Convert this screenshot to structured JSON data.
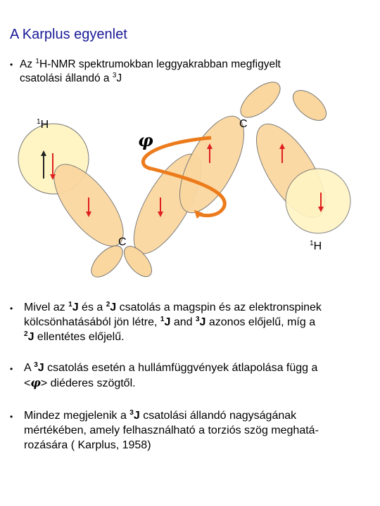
{
  "title": "A Karplus egyenlet",
  "bullet_glyph": "•",
  "bullet1": {
    "text_a": "Az ",
    "sup_a": "1",
    "text_b": "H-NMR spektrumokban leggyakrabban megfigyelt",
    "text_c": "csatolási állandó a  ",
    "sup_b": "3",
    "text_d": "J"
  },
  "diagram": {
    "h_left_sup": "1",
    "h_left": "H",
    "h_right_sup": "1",
    "h_right": "H",
    "c_top": "C",
    "c_bottom": "C",
    "phi": "φ"
  },
  "bullet2": {
    "t1": "Mivel az ",
    "s1": "1",
    "t2": "J",
    "t3": " és a ",
    "s2": "2",
    "t4": "J",
    "t5": " csatolás a magspin és az elektronspinek",
    "t6": "kölcsönhatásából jön létre, ",
    "s3": "1",
    "t7": "J",
    "t8": " and ",
    "s4": "3",
    "t9": "J",
    "t10": " azonos előjelű, míg a",
    "s5": "2",
    "t11": "J",
    "t12": " ellentétes előjelű."
  },
  "bullet3": {
    "t1": "A  ",
    "s1": "3",
    "t2": "J",
    "t3": " csatolás esetén a hullámfüggvények átlapolása függ a",
    "t4": "<",
    "phi": "φ",
    "t5": "> diéderes szögtől."
  },
  "bullet4": {
    "t1": "Mindez megjelenik a  ",
    "s1": "3",
    "t2": "J",
    "t3": " csatolási állandó nagyságának",
    "t4": "mértékében, amely felhasználható a torziós szög meghatá-",
    "t5": "rozására ( Karplus, 1958)"
  },
  "colors": {
    "title": "#1a1a99",
    "lobe_fill": "#fbd7a0",
    "h_fill": "#fff5c4",
    "outline": "#666666",
    "arrow_red": "#e02020",
    "arrow_orange": "#ec7b1c"
  }
}
